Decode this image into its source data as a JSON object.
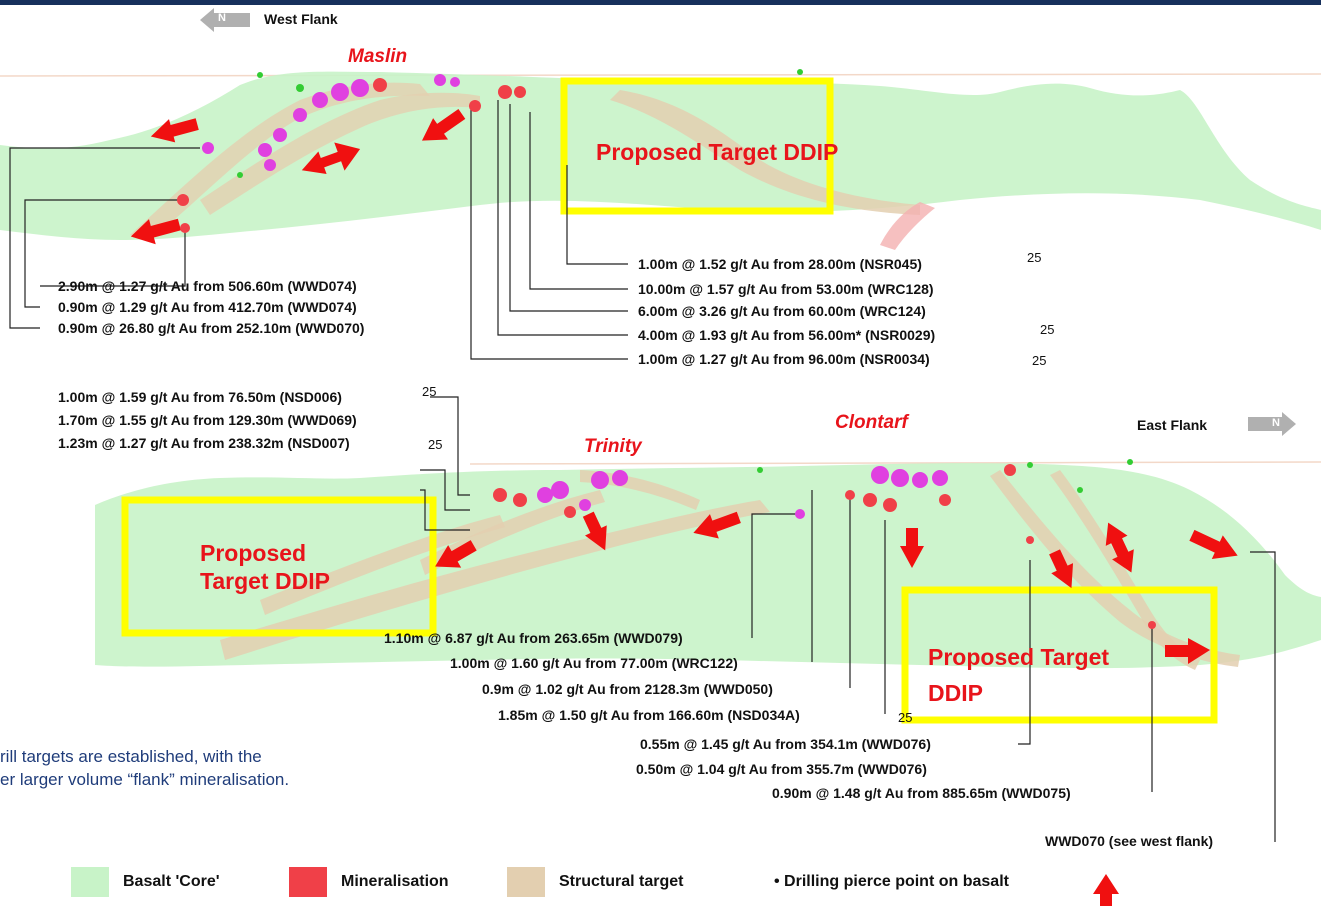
{
  "header": {
    "west_flank": "West Flank",
    "east_flank": "East Flank",
    "north_glyph": "N"
  },
  "places": {
    "maslin": "Maslin",
    "trinity": "Trinity",
    "clontarf": "Clontarf"
  },
  "targets": {
    "top": "Proposed Target DDIP",
    "bottom_left": [
      "Proposed",
      "Target DDIP"
    ],
    "bottom_right": [
      "Proposed Target",
      "DDIP"
    ]
  },
  "intercepts_top_left": [
    "2.90m @ 1.27 g/t Au from 506.60m (WWD074)",
    "0.90m @ 1.29 g/t Au from 412.70m (WWD074)",
    "0.90m @ 26.80 g/t Au from 252.10m (WWD070)"
  ],
  "intercepts_top_right": [
    "1.00m @ 1.52 g/t Au from 28.00m (NSR045)",
    "10.00m @ 1.57 g/t Au from 53.00m (WRC128)",
    "6.00m @ 3.26 g/t Au from 60.00m (WRC124)",
    "4.00m @ 1.93 g/t Au from 56.00m* (NSR0029)",
    "1.00m @ 1.27 g/t Au from 96.00m (NSR0034)"
  ],
  "intercepts_mid_left": [
    "1.00m @ 1.59 g/t Au from 76.50m (NSD006)",
    "1.70m @ 1.55 g/t Au from 129.30m (WWD069)",
    "1.23m @ 1.27 g/t Au from 238.32m (NSD007)"
  ],
  "intercepts_bottom": [
    "1.10m @ 6.87 g/t Au from 263.65m (WWD079)",
    "1.00m @ 1.60 g/t Au from 77.00m (WRC122)",
    "0.9m @ 1.02 g/t Au from 2128.3m (WWD050)",
    "1.85m @ 1.50 g/t Au from 166.60m (NSD034A)",
    "0.55m @ 1.45 g/t Au from 354.1m (WWD076)",
    "0.50m @ 1.04 g/t Au from 355.7m (WWD076)",
    "0.90m @ 1.48 g/t Au from 885.65m (WWD075)",
    "WWD070 (see  west flank)"
  ],
  "superscripts": [
    "25",
    "25",
    "25",
    "25",
    "25",
    "25"
  ],
  "note": [
    "rill targets are established, with the",
    "er larger volume “flank” mineralisation."
  ],
  "legend": {
    "basalt": "Basalt 'Core'",
    "mineralisation": "Mineralisation",
    "structural": "Structural target",
    "pierce": "• Drilling pierce point on basalt"
  },
  "colors": {
    "basalt": "#c8f3c8",
    "mineralisation": "#f04048",
    "structural": "#e3cfb0",
    "target_box": "#ffff00",
    "label_red": "#e8141b",
    "arrow_red": "#f01010",
    "note_blue": "#1f3c7a",
    "magenta": "#e040e0"
  }
}
